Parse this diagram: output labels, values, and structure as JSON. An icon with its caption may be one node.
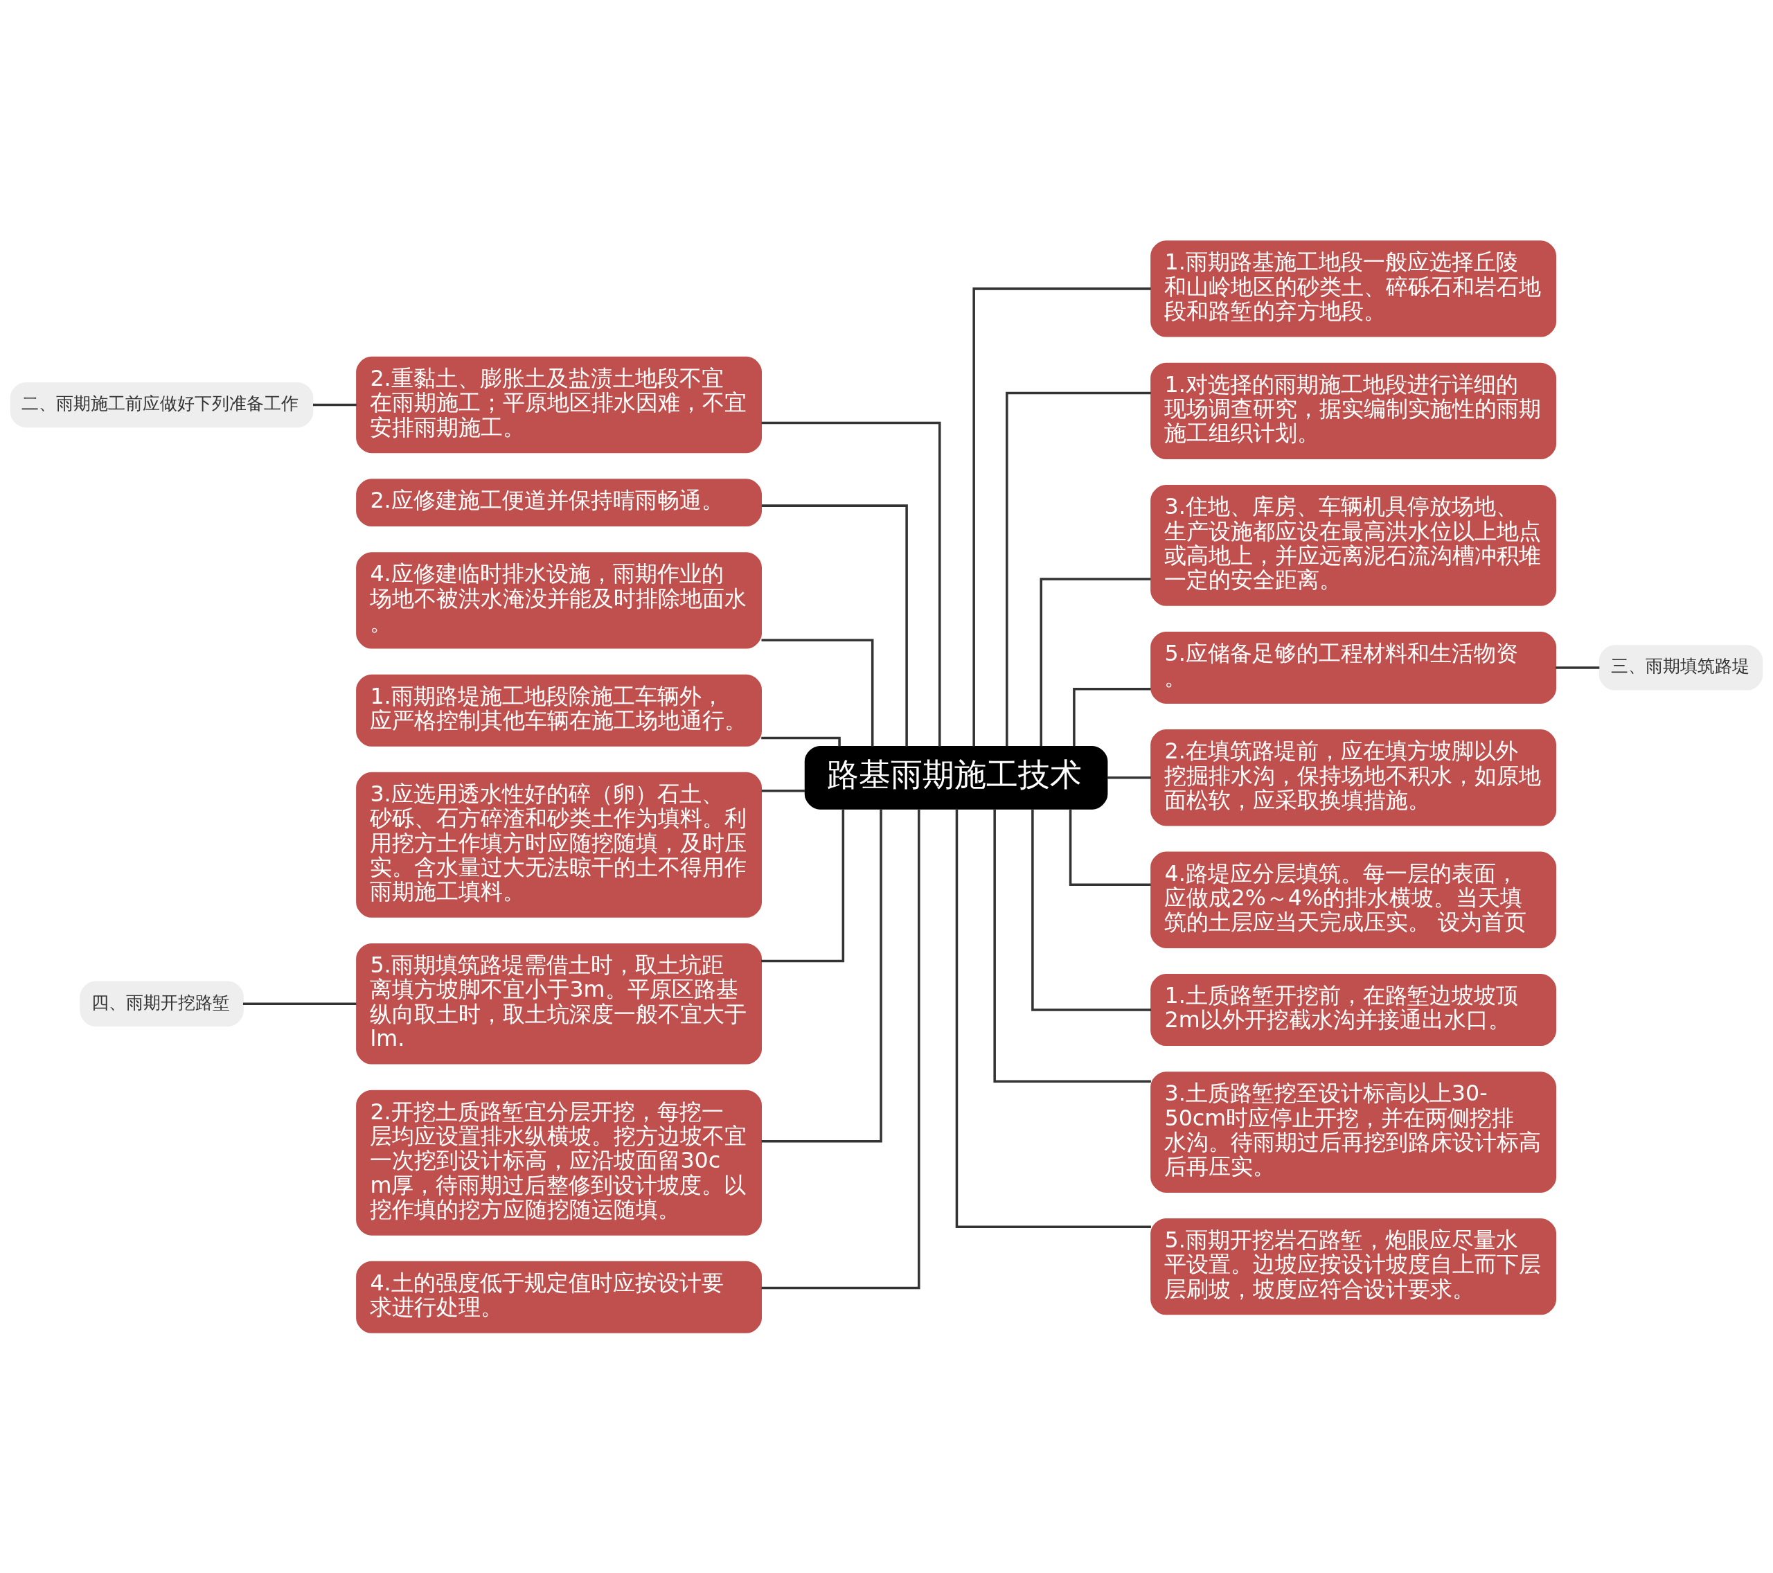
{
  "diagram": {
    "nodes": [
      {
        "text": [
          "路基雨期施工技术"
        ]
      },
      {
        "text": [
          "2.重黏土、膨胀土及盐渍土地段不宜在雨期施工；平原地区排水因难，不宜安排雨期施工。"
        ]
      },
      {
        "text": [
          "2.应修建施工便道并保持晴雨畅通。"
        ]
      },
      {
        "text": [
          "4.应修建临时排水设施，雨期作业的场地不被洪水淹没并能及时排除地面水。"
        ]
      },
      {
        "text": [
          "1.雨期路堤施工地段除施工车辆外，应严格控制其他车辆在施工场地通行。"
        ]
      },
      {
        "text": [
          "3.应选用透水性好的碎（卵）石土、砂砾、石方碎渣和砂类土作为填料。利用挖方土作填方时应随挖随填，及时压实。含水量过大无法晾干的土不得用作雨期施工填料。"
        ]
      },
      {
        "text": [
          "5.雨期填筑路堤需借土时，取土坑距离填方坡脚不宜小于3m。平原区路基纵向取土时，取土坑深度一般不宜大于lm."
        ]
      },
      {
        "text": [
          "2.开挖土质路堑宜分层开挖，每挖一层均应设置排水纵横坡。挖方边坡不宜一次挖到设计标高，应沿坡面留30cm厚，待雨期过后整修到设计坡度。以挖作填的挖方应随挖随运随填。"
        ]
      },
      {
        "text": [
          "4.土的强度低于规定值时应按设计要求进行处理。"
        ]
      },
      {
        "text": [
          "1.雨期路基施工地段一般应选择丘陵和山岭地区的砂类土、碎砾石和岩石地段和路堑的弃方地段。"
        ]
      },
      {
        "text": [
          "1.对选择的雨期施工地段进行详细的现场调查研究，据实编制实施性的雨期施工组织计划。"
        ]
      },
      {
        "text": [
          "3.住地、库房、车辆机具停放场地、生产设施都应设在最高洪水位以上地点或高地上，并应远离泥石流沟槽冲积堆一定的安全距离。"
        ]
      },
      {
        "text": [
          "5.应储备足够的工程材料和生活物资。"
        ]
      },
      {
        "text": [
          "2.在填筑路堤前，应在填方坡脚以外挖掘排水沟，保持场地不积水，如原地面松软，应采取换填措施。"
        ]
      },
      {
        "text": [
          "4.路堤应分层填筑。每一层的表面，应做成2%～4%的排水横坡。当天填筑的土层应当天完成压实。 设为首页"
        ]
      },
      {
        "text": [
          "1.土质路堑开挖前，在路堑边坡坡顶2m以外开挖截水沟并接通出水口。"
        ]
      },
      {
        "text": [
          "3.土质路堑挖至设计标高以上30-50cm时应停止开挖，并在两侧挖排水沟。待雨期过后再挖到路床设计标高后再压实。"
        ]
      },
      {
        "text": [
          "5.雨期开挖岩石路堑，炮眼应尽量水平设置。边坡应按设计坡度自上而下层层刷坡，坡度应符合设计要求。"
        ]
      },
      {
        "text": [
          "二、雨期施工前应做好下列准备工作"
        ]
      },
      {
        "text": [
          "四、雨期开挖路堑"
        ]
      },
      {
        "text": [
          "三、雨期填筑路堤"
        ]
      }
    ],
    "edges": [
      {
        "from": 0,
        "to": 1,
        "arrow": "none"
      },
      {
        "from": 0,
        "to": 2,
        "arrow": "none"
      },
      {
        "from": 0,
        "to": 3,
        "arrow": "none"
      },
      {
        "from": 0,
        "to": 4,
        "arrow": "none"
      },
      {
        "from": 0,
        "to": 5,
        "arrow": "none"
      },
      {
        "from": 0,
        "to": 6,
        "arrow": "none"
      },
      {
        "from": 0,
        "to": 7,
        "arrow": "none"
      },
      {
        "from": 0,
        "to": 8,
        "arrow": "none"
      },
      {
        "from": 0,
        "to": 9,
        "arrow": "none"
      },
      {
        "from": 0,
        "to": 10,
        "arrow": "none"
      },
      {
        "from": 0,
        "to": 11,
        "arrow": "none"
      },
      {
        "from": 0,
        "to": 12,
        "arrow": "none"
      },
      {
        "from": 0,
        "to": 13,
        "arrow": "none"
      },
      {
        "from": 0,
        "to": 14,
        "arrow": "none"
      },
      {
        "from": 0,
        "to": 15,
        "arrow": "none"
      },
      {
        "from": 0,
        "to": 16,
        "arrow": "none"
      },
      {
        "from": 0,
        "to": 17,
        "arrow": "none"
      },
      {
        "from": 1,
        "to": 18,
        "arrow": "none"
      },
      {
        "from": 6,
        "to": 19,
        "arrow": "none"
      },
      {
        "from": 12,
        "to": 20,
        "arrow": "none"
      }
    ]
  }
}
